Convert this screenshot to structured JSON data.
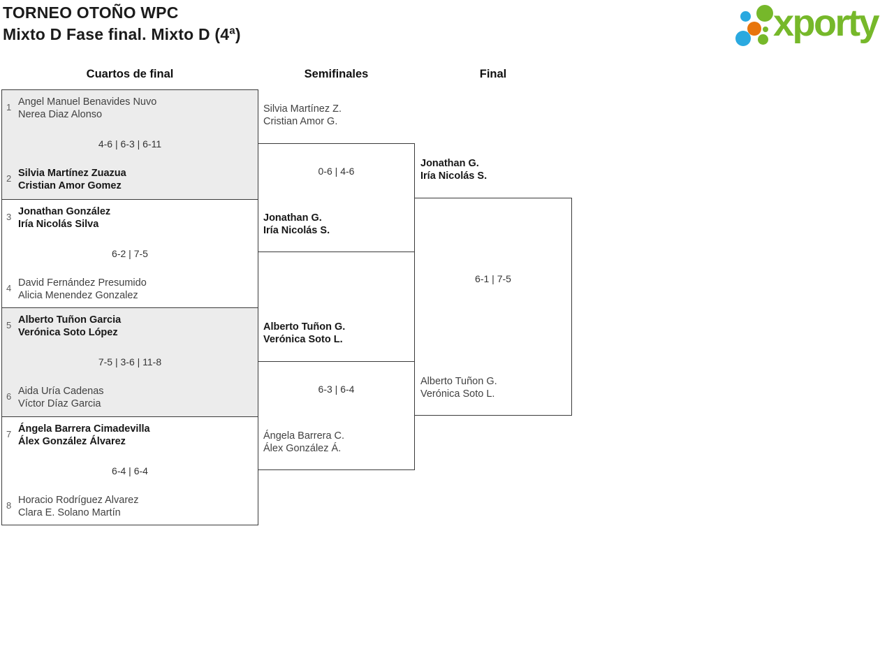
{
  "header": {
    "title_line1": "TORNEO OTOÑO WPC",
    "title_line2": "Mixto D Fase final. Mixto D (4ª)",
    "logo_text": "xporty"
  },
  "colors": {
    "logo_green": "#76b82a",
    "logo_blue": "#2aa9e0",
    "logo_orange": "#e8750d",
    "alt_bg": "#ececec",
    "line_color": "#3a3a3a"
  },
  "rounds": [
    "Cuartos de final",
    "Semifinales",
    "Final"
  ],
  "bracket": {
    "quarterfinals": [
      {
        "score": "4-6 | 6-3 | 6-11",
        "top": {
          "seed": "1",
          "players": [
            "Angel Manuel Benavides Nuvo",
            "Nerea Diaz Alonso"
          ],
          "winner": false
        },
        "bottom": {
          "seed": "2",
          "players": [
            "Silvia Martínez Zuazua",
            "Cristian Amor Gomez"
          ],
          "winner": true
        }
      },
      {
        "score": "6-2 | 7-5",
        "top": {
          "seed": "3",
          "players": [
            "Jonathan González",
            "Iría Nicolás Silva"
          ],
          "winner": true
        },
        "bottom": {
          "seed": "4",
          "players": [
            "David Fernández Presumido",
            "Alicia Menendez Gonzalez"
          ],
          "winner": false
        }
      },
      {
        "score": "7-5 | 3-6 | 11-8",
        "top": {
          "seed": "5",
          "players": [
            "Alberto Tuñon Garcia",
            "Verónica Soto López"
          ],
          "winner": true
        },
        "bottom": {
          "seed": "6",
          "players": [
            "Aida Uría Cadenas",
            "Víctor Díaz Garcia"
          ],
          "winner": false
        }
      },
      {
        "score": "6-4 | 6-4",
        "top": {
          "seed": "7",
          "players": [
            "Ángela Barrera Cimadevilla",
            "Álex González Álvarez"
          ],
          "winner": true
        },
        "bottom": {
          "seed": "8",
          "players": [
            "Horacio Rodríguez Alvarez",
            "Clara E. Solano Martín"
          ],
          "winner": false
        }
      }
    ],
    "semifinals": [
      {
        "score": "0-6 | 4-6",
        "top": {
          "players": [
            "Silvia Martínez Z.",
            "Cristian Amor G."
          ],
          "winner": false
        },
        "bottom": {
          "players": [
            "Jonathan G.",
            "Iría Nicolás S."
          ],
          "winner": true
        }
      },
      {
        "score": "6-3 | 6-4",
        "top": {
          "players": [
            "Alberto Tuñon G.",
            "Verónica Soto L."
          ],
          "winner": true
        },
        "bottom": {
          "players": [
            "Ángela Barrera C.",
            "Álex González Á."
          ],
          "winner": false
        }
      }
    ],
    "final": {
      "score": "6-1 | 7-5",
      "top": {
        "players": [
          "Jonathan G.",
          "Iría Nicolás S."
        ],
        "winner": true
      },
      "bottom": {
        "players": [
          "Alberto Tuñon G.",
          "Verónica Soto L."
        ],
        "winner": false
      }
    }
  }
}
